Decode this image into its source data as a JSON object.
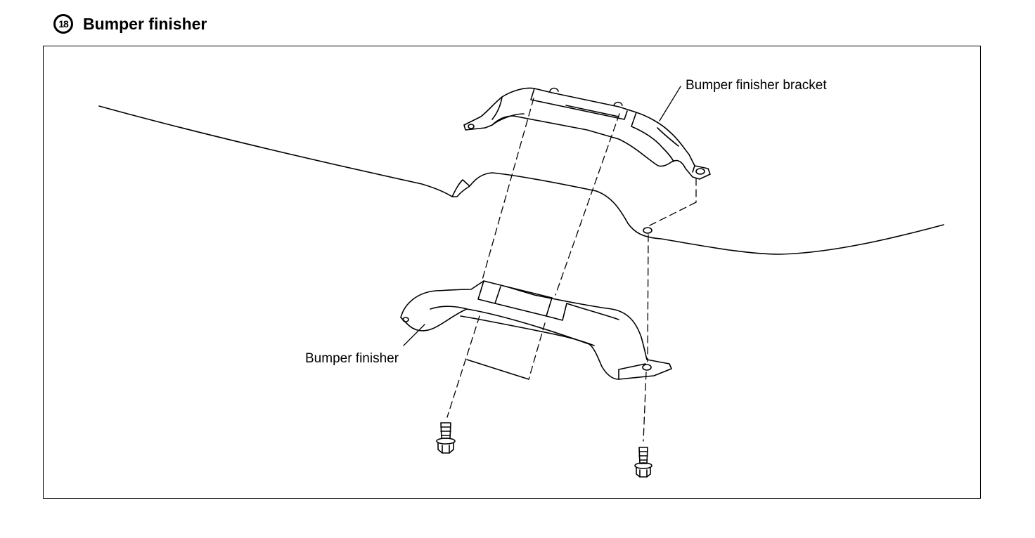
{
  "heading": {
    "step_number": "18",
    "title": "Bumper finisher"
  },
  "callouts": {
    "bracket": "Bumper finisher bracket",
    "finisher": "Bumper finisher"
  },
  "icons": {
    "step_badge": "circled-number-icon",
    "bolts": "bolt-icon"
  },
  "colors": {
    "line": "#000000",
    "background": "#ffffff"
  }
}
